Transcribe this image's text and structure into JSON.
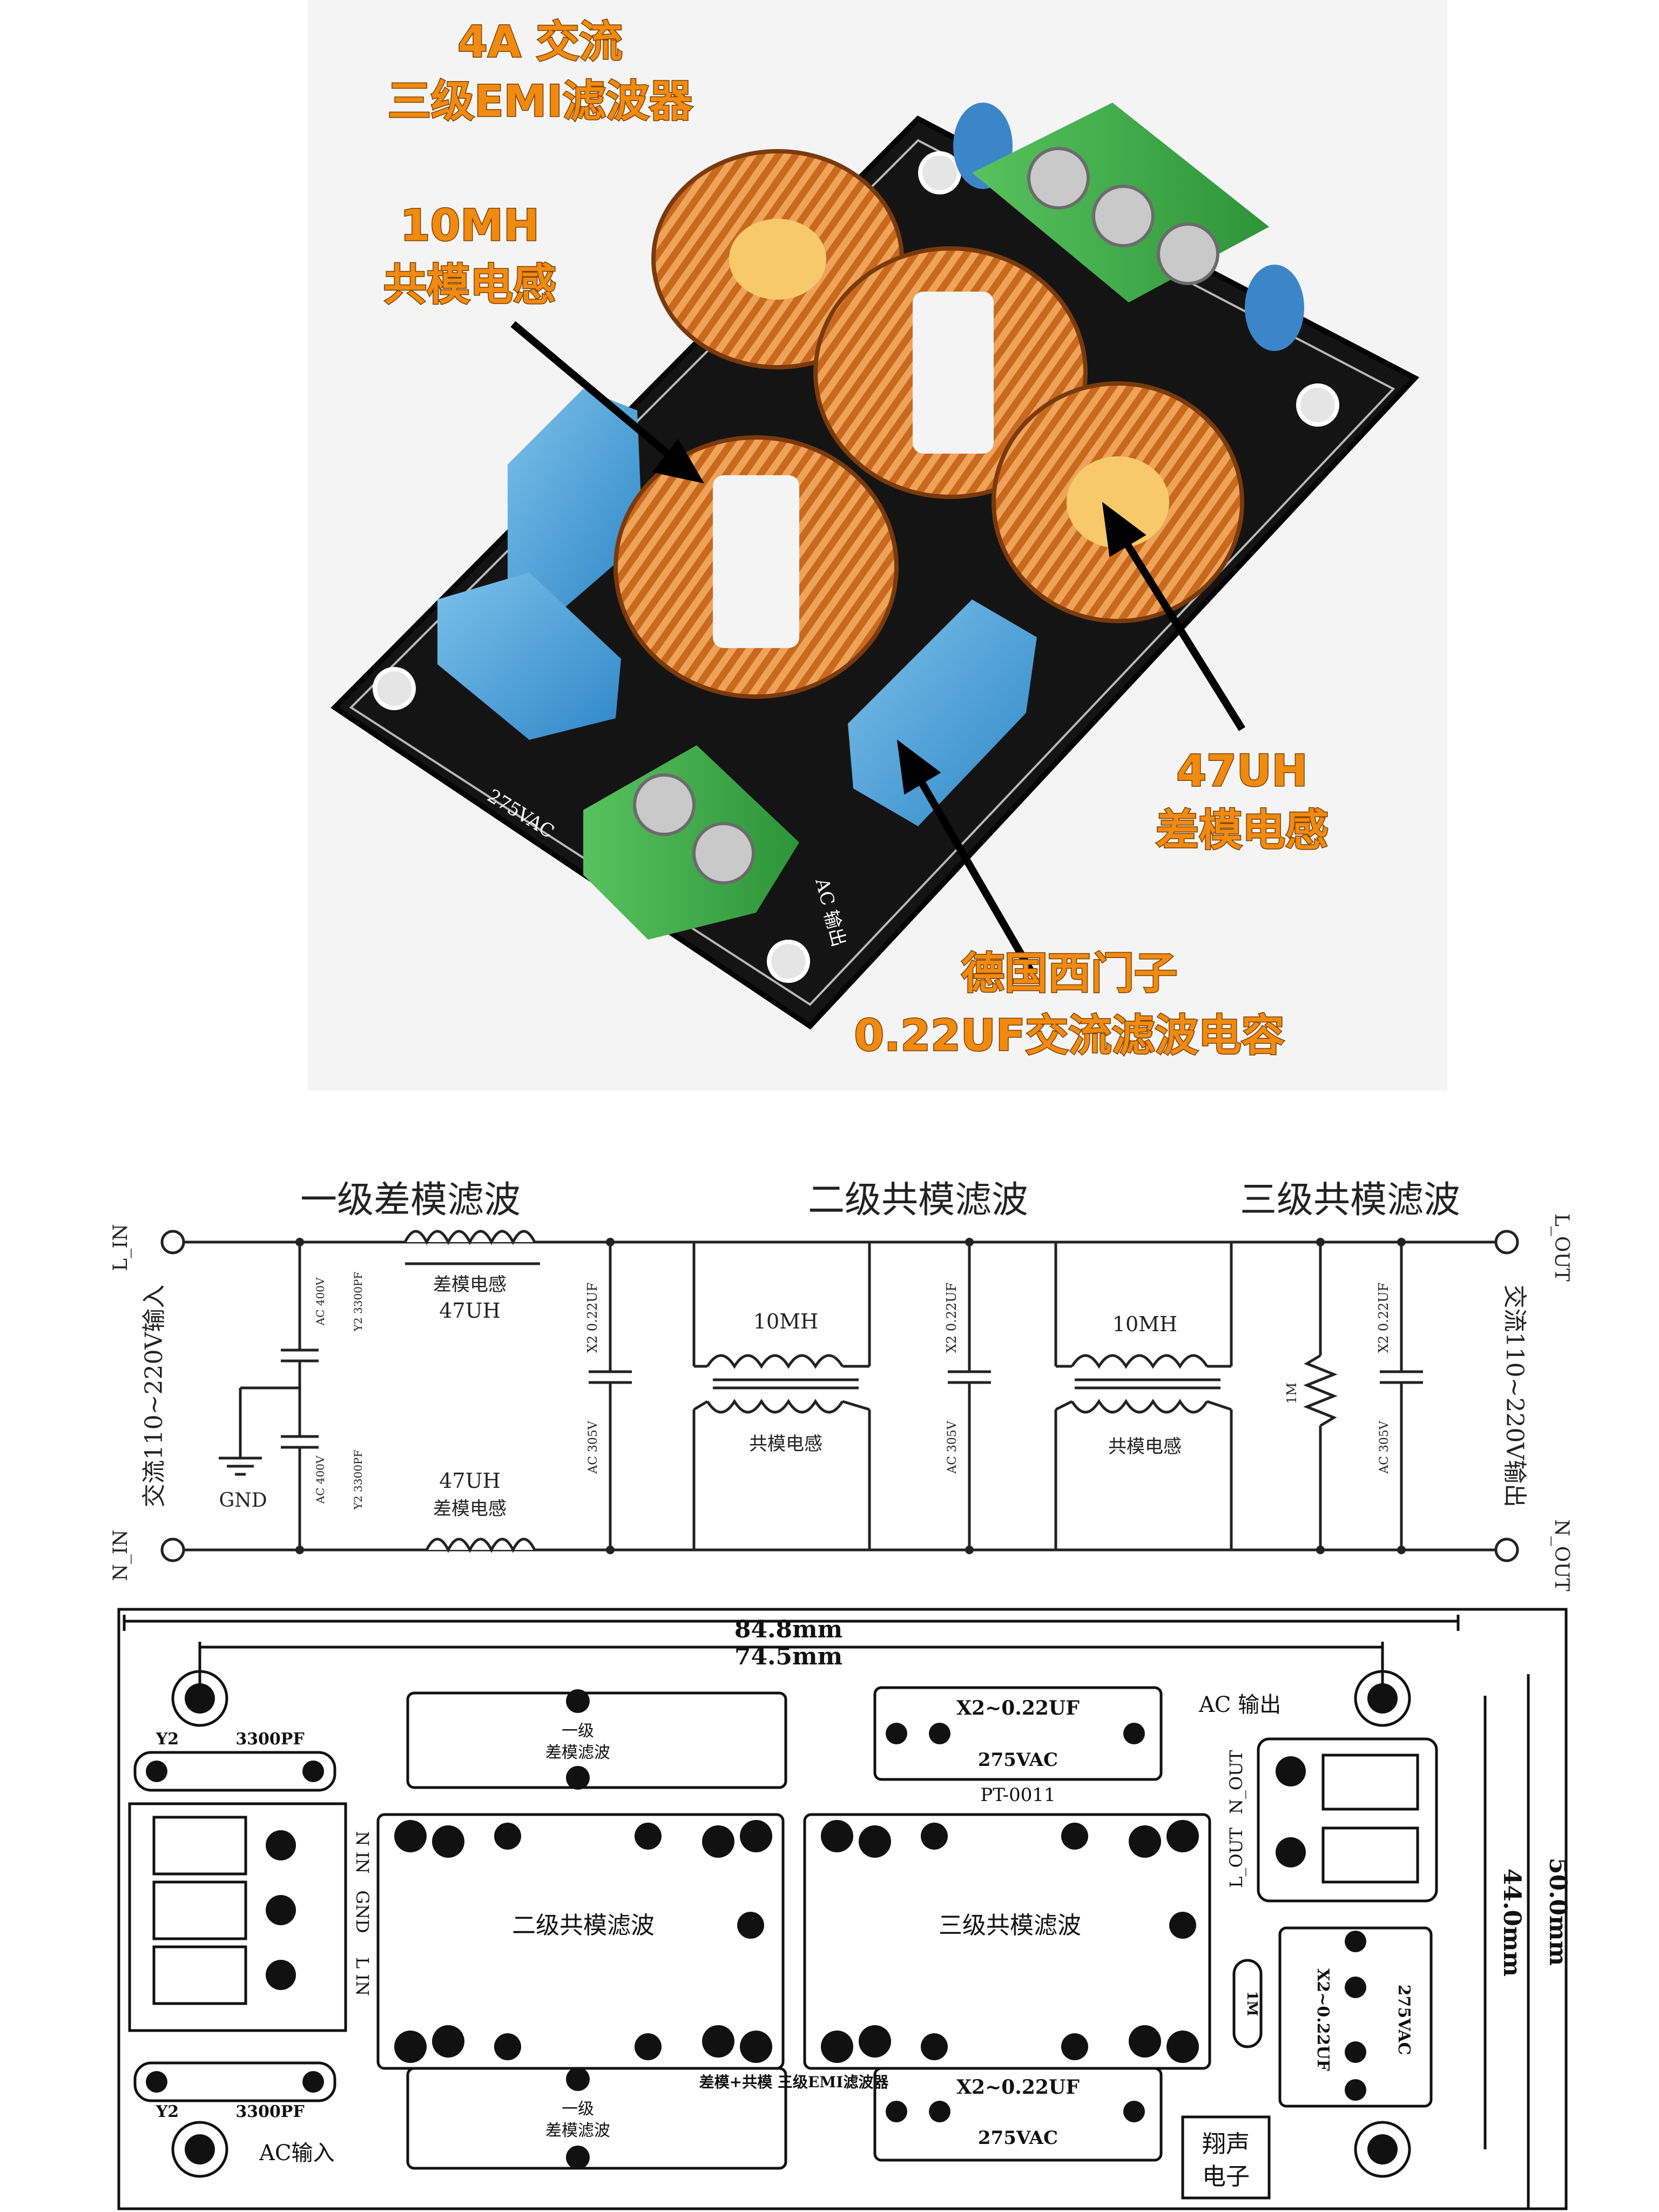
{
  "photo": {
    "title_line1": "4A 交流",
    "title_line2": "三级EMI滤波器",
    "callout_cm_value": "10MH",
    "callout_cm_label": "共模电感",
    "callout_dm_value": "47UH",
    "callout_dm_label": "差模电感",
    "callout_cap_line1": "德国西门子",
    "callout_cap_line2": "0.22UF交流滤波电容",
    "board_label_275": "275VAC",
    "board_label_out": "AC 输出"
  },
  "schematic": {
    "stage1_title": "一级差模滤波",
    "stage2_title": "二级共模滤波",
    "stage3_title": "三级共模滤波",
    "l_in": "L_IN",
    "n_in": "N_IN",
    "l_out": "L_OUT",
    "n_out": "N_OUT",
    "input_label": "交流110~220V输入",
    "output_label": "交流110~220V输出",
    "gnd": "GND",
    "cap_y2_top_a": "AC 400V",
    "cap_y2_top_b": "Y2 3300PF",
    "cap_y2_bot_a": "Y2 3300PF",
    "cap_y2_bot_b": "AC 400V",
    "dm_inductor_label": "差模电感",
    "dm_inductor_value": "47UH",
    "x2_cap_a": "X2 0.22UF",
    "x2_cap_b": "AC 305V",
    "cm_value": "10MH",
    "cm_label": "共模电感",
    "resistor": "1M"
  },
  "layout": {
    "dim_outer_width": "84.8mm",
    "dim_inner_width": "74.5mm",
    "dim_outer_height": "50.0mm",
    "dim_inner_height": "44.0mm",
    "y2": "Y2",
    "y2_value": "3300PF",
    "x2_value": "X2~0.22UF",
    "x2_voltage": "275VAC",
    "pt_code": "PT-0011",
    "stage1_box": "一级",
    "stage1_box2": "差模滤波",
    "stage2_box": "二级共模滤波",
    "stage3_box": "三级共模滤波",
    "subtitle": "差模+共模 三级EMI滤波器",
    "n_in": "N IN",
    "gnd": "GND",
    "l_in": "L IN",
    "n_out": "N_OUT",
    "l_out": "L_OUT",
    "ac_in": "AC输入",
    "ac_out": "AC 输出",
    "resistor": "1M",
    "brand_line1": "翔声",
    "brand_line2": "电子"
  }
}
